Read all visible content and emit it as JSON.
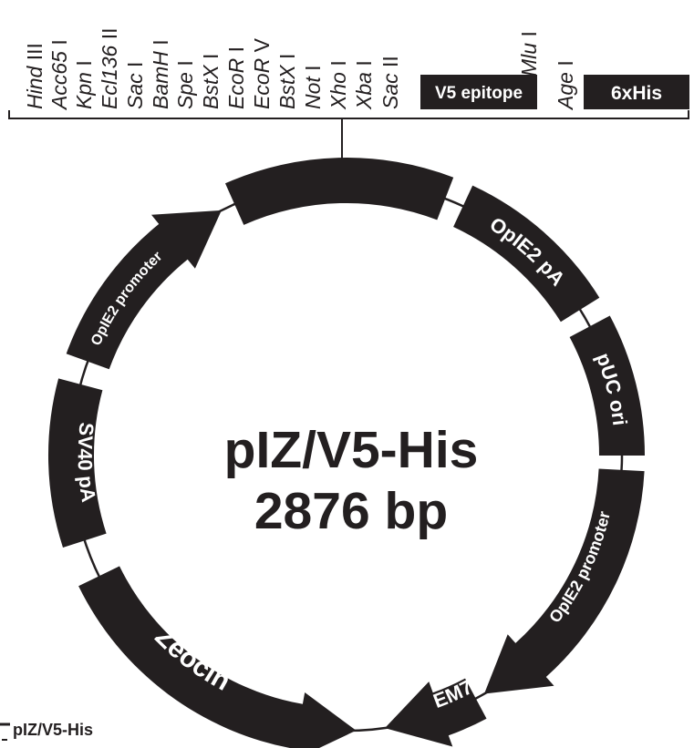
{
  "plasmid": {
    "name": "pIZ/V5-His",
    "size": "2876 bp"
  },
  "mcs_sites": [
    {
      "name": "Hind",
      "suffix": " III"
    },
    {
      "name": "Acc65",
      "suffix": " I"
    },
    {
      "name": "Kpn",
      "suffix": " I"
    },
    {
      "name": "Ecl136",
      "suffix": " II"
    },
    {
      "name": "Sac",
      "suffix": " I"
    },
    {
      "name": "BamH",
      "suffix": " I"
    },
    {
      "name": "Spe",
      "suffix": " I"
    },
    {
      "name": "BstX",
      "suffix": " I"
    },
    {
      "name": "EcoR",
      "suffix": " I"
    },
    {
      "name": "EcoR",
      "suffix": " V"
    },
    {
      "name": "BstX",
      "suffix": " I"
    },
    {
      "name": "Not",
      "suffix": " I"
    },
    {
      "name": "Xho",
      "suffix": " I"
    },
    {
      "name": "Xba",
      "suffix": " I"
    },
    {
      "name": "Sac",
      "suffix": " II"
    },
    {
      "name": "Mlu",
      "suffix": " I"
    },
    {
      "name": "Age",
      "suffix": " I"
    }
  ],
  "tags": [
    {
      "label": "V5 epitope"
    },
    {
      "label": "6xHis"
    }
  ],
  "features": [
    {
      "label": "OpIE2 pA"
    },
    {
      "label": "pUC ori"
    },
    {
      "label": "OpIE2 promoter"
    },
    {
      "label": "EM7"
    },
    {
      "label": "Zeocin"
    },
    {
      "label": "SV40 pA"
    },
    {
      "label": "OpIE2 promoter"
    }
  ],
  "corner_caption": "pIZ/V5-His",
  "colors": {
    "ink": "#231f20",
    "feature_fill": "#231f20",
    "feature_text": "#ffffff",
    "background": "#ffffff"
  }
}
